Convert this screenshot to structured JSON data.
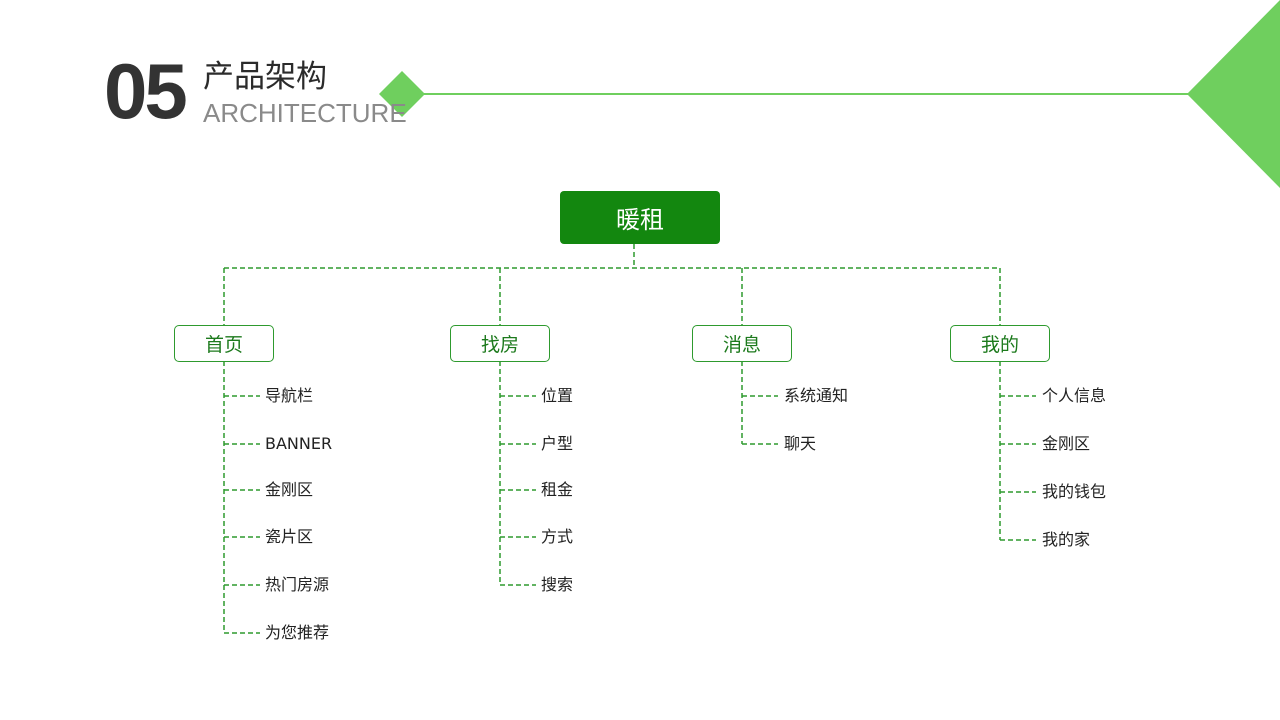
{
  "header": {
    "section_number": "05",
    "title_cn": "产品架构",
    "title_en": "ARCHITECTURE"
  },
  "colors": {
    "accent_green": "#6fcf5e",
    "root_fill": "#13870f",
    "line_green": "#2e9a2e"
  },
  "tree": {
    "root": "暖租",
    "categories": [
      {
        "label": "首页",
        "items": [
          "导航栏",
          "BANNER",
          "金刚区",
          "瓷片区",
          "热门房源",
          "为您推荐"
        ]
      },
      {
        "label": "找房",
        "items": [
          "位置",
          "户型",
          "租金",
          "方式",
          "搜索"
        ]
      },
      {
        "label": "消息",
        "items": [
          "系统通知",
          "聊天"
        ]
      },
      {
        "label": "我的",
        "items": [
          "个人信息",
          "金刚区",
          "我的钱包",
          "我的家"
        ]
      }
    ]
  }
}
